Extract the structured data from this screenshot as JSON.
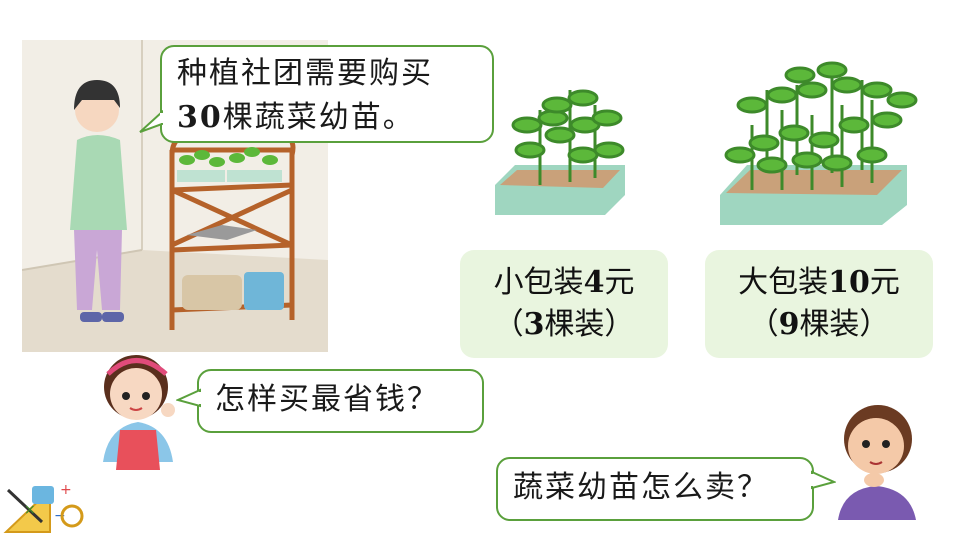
{
  "bubble_top": {
    "line1": "种植社团需要购买",
    "line2_num": "30",
    "line2_rest": "棵蔬菜幼苗。"
  },
  "bubble_mid": {
    "text": "怎样买最省钱？"
  },
  "bubble_bottom": {
    "text": "蔬菜幼苗怎么卖？"
  },
  "small_pack": {
    "label": "小包装",
    "price": "4",
    "unit": "元",
    "count_open": "（",
    "count": "3",
    "count_rest": "棵装）"
  },
  "large_pack": {
    "label": "大包装",
    "price": "10",
    "unit": "元",
    "count_open": "（",
    "count": "9",
    "count_rest": "棵装）"
  },
  "colors": {
    "bubble_border": "#5aa03c",
    "price_bg": "#e9f5df",
    "tray": "#9fd6c0",
    "leaf": "#5cb83a"
  }
}
